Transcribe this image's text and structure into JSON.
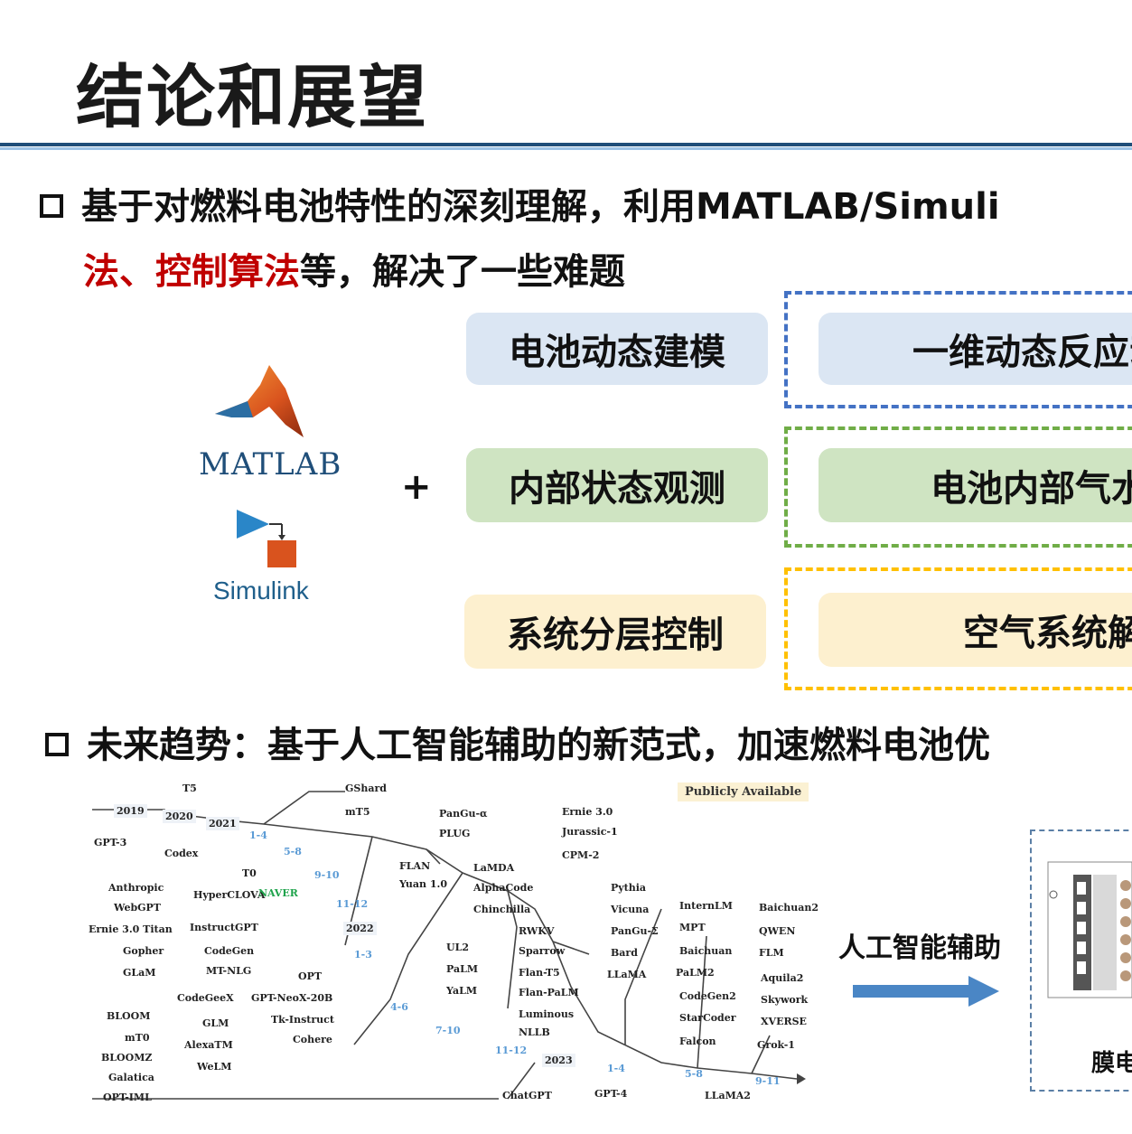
{
  "slide": {
    "title": "结论和展望"
  },
  "bullet1": {
    "line1": "基于对燃料电池特性的深刻理解，利用MATLAB/Simuli",
    "line2_red1": "法、控制算法",
    "line2_rest": "等，解决了一些难题"
  },
  "logos": {
    "matlab": "MATLAB",
    "simulink": "Simulink",
    "plus": "+"
  },
  "rows": [
    {
      "left": "电池动态建模",
      "right": "一维动态反应动"
    },
    {
      "left": "内部状态观测",
      "right": "电池内部气水"
    },
    {
      "left": "系统分层控制",
      "right": "空气系统解"
    }
  ],
  "colors": {
    "blue_dash": "#4472c4",
    "green_dash": "#70ad47",
    "yellow_dash": "#ffc000",
    "title_rule": "#1f4e79",
    "red_text": "#c00000"
  },
  "bullet2": {
    "text": "未来趋势：基于人工智能辅助的新范式，加速燃料电池优"
  },
  "llm_timeline": {
    "publicly_available": "Publicly Available",
    "years": [
      "2019",
      "2020",
      "2021",
      "2022",
      "2023"
    ],
    "segments": [
      "1-4",
      "5-8",
      "9-10",
      "11-12",
      "1-3",
      "4-6",
      "7-10",
      "11-12",
      "1-4",
      "5-8",
      "9-11"
    ],
    "models": [
      "T5",
      "GShard",
      "mT5",
      "PanGu-α",
      "PLUG",
      "Ernie 3.0",
      "Jurassic-1",
      "CPM-2",
      "GPT-3",
      "Codex",
      "T0",
      "HyperCLOVA",
      "NAVER",
      "FLAN",
      "Yuan 1.0",
      "LaMDA",
      "AlphaCode",
      "Chinchilla",
      "Anthropic",
      "WebGPT",
      "Ernie 3.0 Titan",
      "InstructGPT",
      "Gopher",
      "CodeGen",
      "GLaM",
      "MT-NLG",
      "OPT",
      "CodeGeeX",
      "GPT-NeoX-20B",
      "BLOOM",
      "GLM",
      "Tk-Instruct",
      "mT0",
      "Cohere",
      "AlexaTM",
      "BLOOMZ",
      "WeLM",
      "Galatica",
      "OPT-IML",
      "UL2",
      "PaLM",
      "YaLM",
      "RWKV",
      "Sparrow",
      "Flan-T5",
      "Flan-PaLM",
      "Luminous",
      "NLLB",
      "ChatGPT",
      "GPT-4",
      "LLaMA2",
      "Pythia",
      "Vicuna",
      "PanGu-Σ",
      "Bard",
      "LLaMA",
      "InternLM",
      "MPT",
      "Baichuan",
      "PaLM2",
      "CodeGen2",
      "StarCoder",
      "Falcon",
      "Baichuan2",
      "QWEN",
      "FLM",
      "Aquila2",
      "Skywork",
      "XVERSE",
      "Grok-1"
    ]
  },
  "ai_assist": {
    "label": "人工智能辅助",
    "right_caption": "膜电"
  }
}
